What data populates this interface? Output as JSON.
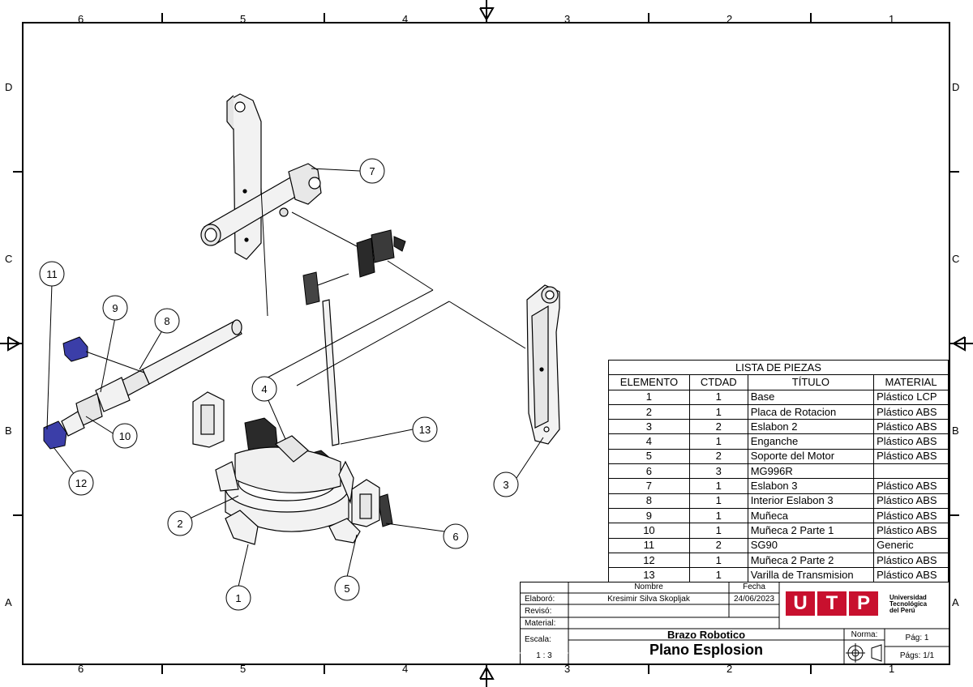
{
  "border": {
    "columns": [
      "6",
      "5",
      "4",
      "3",
      "2",
      "1"
    ],
    "rows": [
      "D",
      "C",
      "B",
      "A"
    ]
  },
  "balloons": [
    "1",
    "2",
    "3",
    "4",
    "5",
    "6",
    "7",
    "8",
    "9",
    "10",
    "11",
    "12",
    "13"
  ],
  "bom": {
    "title": "LISTA DE PIEZAS",
    "headers": [
      "ELEMENTO",
      "CTDAD",
      "TÍTULO",
      "MATERIAL"
    ],
    "rows": [
      [
        "1",
        "1",
        "Base",
        "Plástico LCP"
      ],
      [
        "2",
        "1",
        "Placa de Rotacion",
        "Plástico ABS"
      ],
      [
        "3",
        "2",
        "Eslabon 2",
        "Plástico ABS"
      ],
      [
        "4",
        "1",
        "Enganche",
        "Plástico ABS"
      ],
      [
        "5",
        "2",
        "Soporte del Motor",
        "Plástico ABS"
      ],
      [
        "6",
        "3",
        "MG996R",
        ""
      ],
      [
        "7",
        "1",
        "Eslabon 3",
        "Plástico ABS"
      ],
      [
        "8",
        "1",
        "Interior Eslabon 3",
        "Plástico ABS"
      ],
      [
        "9",
        "1",
        "Muñeca",
        "Plástico ABS"
      ],
      [
        "10",
        "1",
        "Muñeca 2 Parte 1",
        "Plástico ABS"
      ],
      [
        "11",
        "2",
        "SG90",
        "Generic"
      ],
      [
        "12",
        "1",
        "Muñeca 2 Parte 2",
        "Plástico ABS"
      ],
      [
        "13",
        "1",
        "Varilla de Transmision",
        "Plástico ABS"
      ]
    ]
  },
  "title_block": {
    "col_nombre": "Nombre",
    "col_fecha": "Fecha",
    "elaboro_label": "Elaboró:",
    "elaboro_name": "Kresimir Silva Skopljak",
    "elaboro_date": "24/06/2023",
    "reviso_label": "Revisó:",
    "material_label": "Material:",
    "escala_label": "Escala:",
    "escala_value": "1 : 3",
    "project": "Brazo Robotico",
    "drawing_title": "Plano Esplosion",
    "norma_label": "Norma:",
    "pag_label": "Pág: 1",
    "pags_label": "Págs: 1/1",
    "logo_letters": [
      "U",
      "T",
      "P"
    ],
    "logo_text": [
      "Universidad",
      "Tecnológica",
      "del Perú"
    ],
    "logo_color": "#c8102e"
  }
}
